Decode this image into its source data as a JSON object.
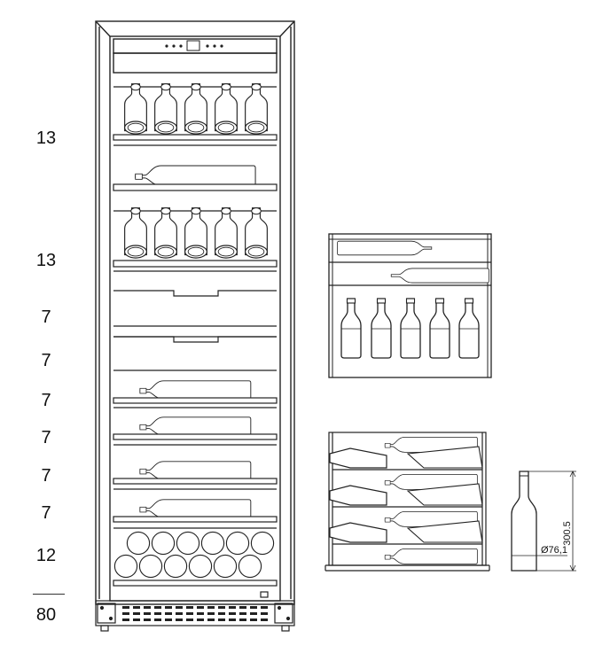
{
  "shelf_capacities": [
    "13",
    "13",
    "7",
    "7",
    "7",
    "7",
    "7",
    "7",
    "12"
  ],
  "total": "80",
  "bottle_dimensions": {
    "height": "300.5",
    "diameter": "Ø76,1"
  }
}
